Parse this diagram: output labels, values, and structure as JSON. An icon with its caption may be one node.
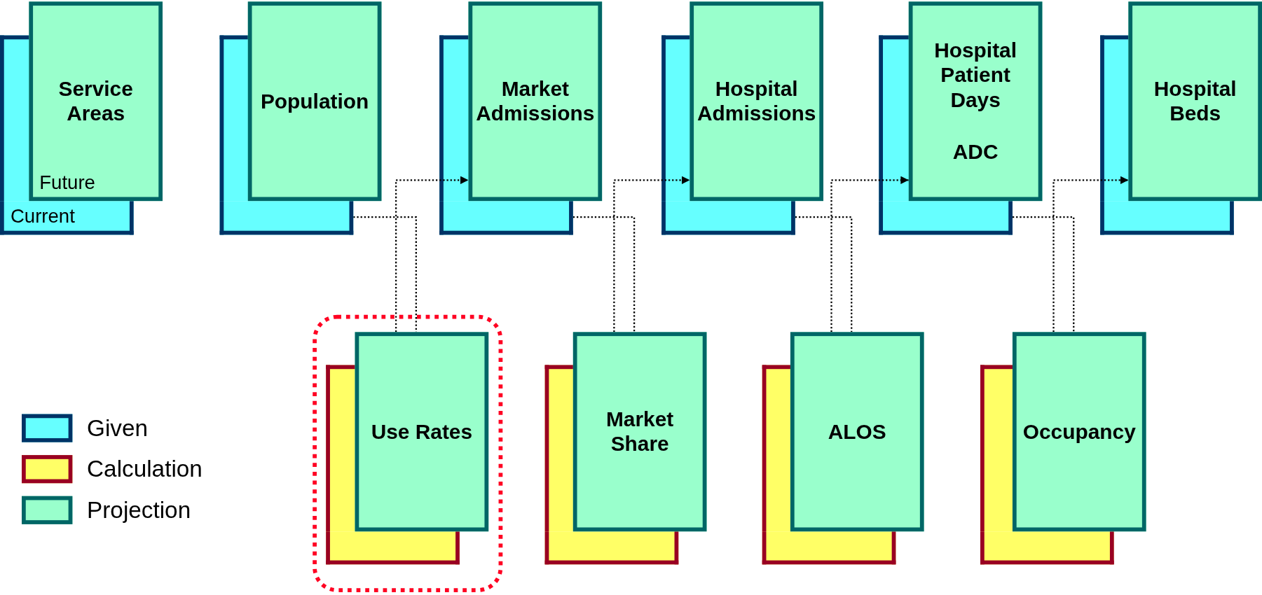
{
  "diagram": {
    "nodes": [
      {
        "text": [
          "Current"
        ]
      },
      {
        "text": [
          "Service Areas",
          "Future"
        ]
      },
      {
        "text": [],
        "shape": "box"
      },
      {
        "text": [
          "Population"
        ]
      },
      {
        "text": [],
        "shape": "box"
      },
      {
        "text": [
          "Market Admissions"
        ]
      },
      {
        "text": [],
        "shape": "box"
      },
      {
        "text": [
          "Hospital Admissions"
        ]
      },
      {
        "text": [],
        "shape": "box"
      },
      {
        "text": [
          "Hospital Patient Days",
          "ADC"
        ]
      },
      {
        "text": [],
        "shape": "box"
      },
      {
        "text": [
          "Hospital Beds"
        ]
      },
      {
        "text": [],
        "shape": "box"
      },
      {
        "text": [
          "Use Rates"
        ]
      },
      {
        "text": [],
        "shape": "box"
      },
      {
        "text": [
          "Market Share"
        ]
      },
      {
        "text": [],
        "shape": "box"
      },
      {
        "text": [
          "ALOS"
        ]
      },
      {
        "text": [],
        "shape": "box"
      },
      {
        "text": [
          "Occupancy"
        ]
      }
    ],
    "edges": [
      {
        "from": 2,
        "to": 13,
        "arrow": "none",
        "style": "dashed"
      },
      {
        "from": 13,
        "to": 5,
        "arrow": "to",
        "style": "dashed"
      },
      {
        "from": 4,
        "to": 15,
        "arrow": "none",
        "style": "dashed"
      },
      {
        "from": 15,
        "to": 7,
        "arrow": "to",
        "style": "dashed"
      },
      {
        "from": 6,
        "to": 17,
        "arrow": "none",
        "style": "dashed"
      },
      {
        "from": 17,
        "to": 9,
        "arrow": "to",
        "style": "dashed"
      },
      {
        "from": 8,
        "to": 19,
        "arrow": "none",
        "style": "dashed"
      },
      {
        "from": 19,
        "to": 11,
        "arrow": "to",
        "style": "dashed"
      }
    ],
    "legend": [
      {
        "text": "Given",
        "color": "#66ffff"
      },
      {
        "text": "Calculation",
        "color": "#ffff66"
      },
      {
        "text": "Projection",
        "color": "#99ffcc"
      }
    ]
  }
}
